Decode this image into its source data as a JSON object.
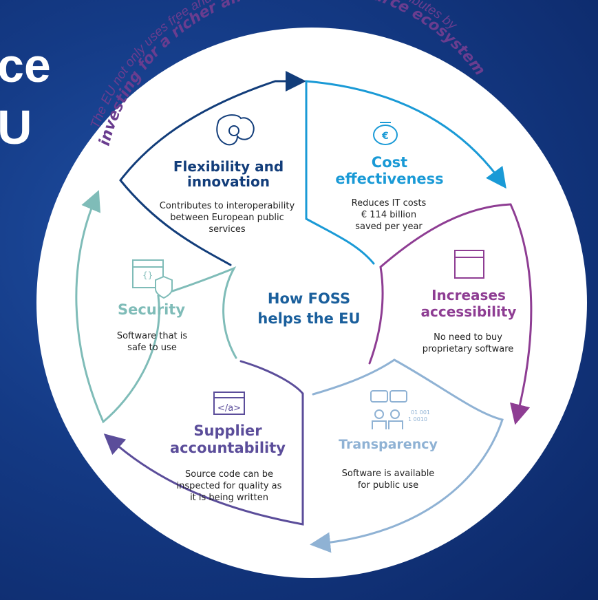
{
  "background_text": [
    "ce",
    "U"
  ],
  "arc_text": {
    "line1": "The EU not only uses free and open source software, it also contributes by",
    "line2": "investing for a richer and safer open source ecosystem"
  },
  "center": {
    "line1": "How FOSS",
    "line2": "helps the EU"
  },
  "segments": [
    {
      "key": "flexibility",
      "title": [
        "Flexibility and",
        "innovation"
      ],
      "body": [
        "Contributes to interoperability",
        "between European public",
        "services"
      ],
      "icon": "brain-gears-icon",
      "color": "#123d7a"
    },
    {
      "key": "cost",
      "title": [
        "Cost",
        "effectiveness"
      ],
      "body": [
        "Reduces IT costs",
        "€ 114 billion",
        "saved per year"
      ],
      "icon": "piggy-bank-icon",
      "color": "#1a9ad6"
    },
    {
      "key": "accessibility",
      "title": [
        "Increases",
        "accessibility"
      ],
      "body": [
        "No need to buy",
        "proprietary software"
      ],
      "icon": "window-icon",
      "color": "#8e3d93"
    },
    {
      "key": "transparency",
      "title": [
        "Transparency"
      ],
      "body": [
        "Software is available",
        "for public use"
      ],
      "icon": "people-feedback-icon",
      "icon_text": [
        "01 001",
        "1 0010"
      ],
      "color": "#8fb2d4"
    },
    {
      "key": "supplier",
      "title": [
        "Supplier",
        "accountability"
      ],
      "body": [
        "Source code can be",
        "inspected for quality as",
        "it is being written"
      ],
      "icon": "code-window-icon",
      "icon_text": [
        "</a>"
      ],
      "color": "#5b4d9a"
    },
    {
      "key": "security",
      "title": [
        "Security"
      ],
      "body": [
        "Software that is",
        "safe to use"
      ],
      "icon": "shield-window-icon",
      "icon_text": [
        "{}"
      ],
      "color": "#7fbcb8"
    }
  ],
  "colors": {
    "dark_navy": "#123d7a",
    "cyan": "#1a9ad6",
    "purple": "#8e3d93",
    "light_blue": "#8fb2d4",
    "violet": "#5b4d9a",
    "teal": "#7fbcb8",
    "center_text": "#1a5f9c",
    "body_text": "#222222",
    "arc_text": "#6a3d8f"
  }
}
